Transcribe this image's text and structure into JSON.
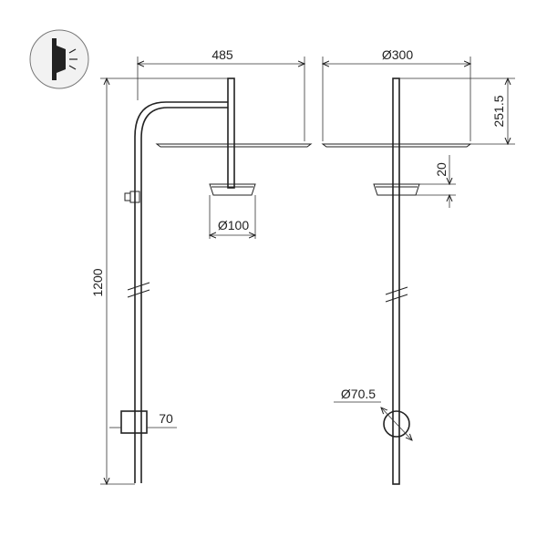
{
  "icon": {
    "name": "wall-mount-light-icon"
  },
  "colors": {
    "line": "#222222",
    "background": "#ffffff",
    "icon_bg": "#f2f2f2"
  },
  "dimensions": {
    "width_485": "485",
    "shade_diameter": "Ø300",
    "shade_height": "251.5",
    "height_1200": "1200",
    "head_diameter": "Ø100",
    "head_depth": "20",
    "base_width": "70",
    "base_diameter": "Ø70.5"
  }
}
